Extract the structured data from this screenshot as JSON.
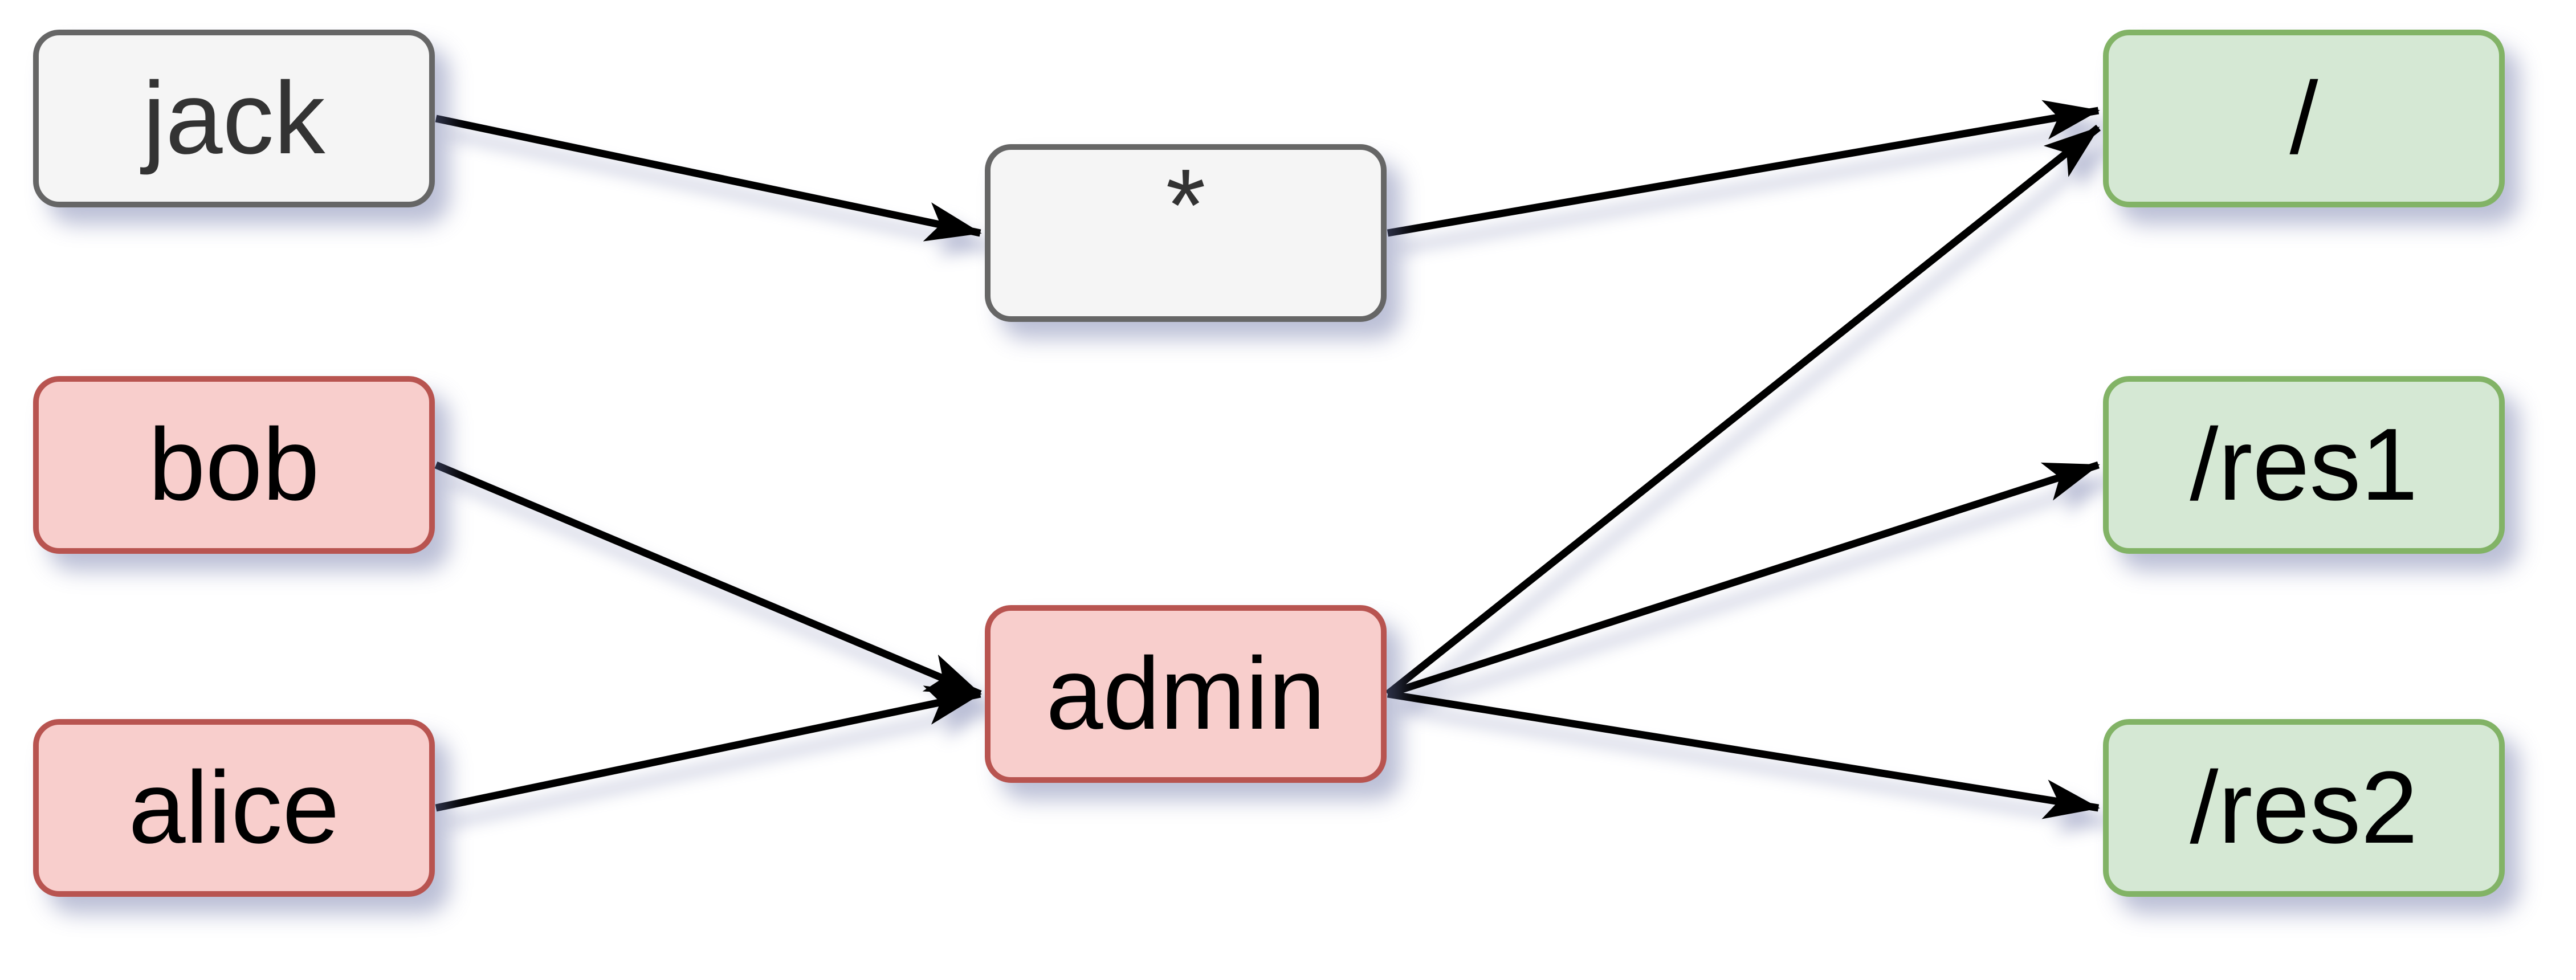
{
  "diagram": {
    "nodes": [
      {
        "id": "jack",
        "label": "jack",
        "color": "gray"
      },
      {
        "id": "star",
        "label": "*",
        "color": "gray"
      },
      {
        "id": "bob",
        "label": "bob",
        "color": "red"
      },
      {
        "id": "alice",
        "label": "alice",
        "color": "red"
      },
      {
        "id": "admin",
        "label": "admin",
        "color": "red"
      },
      {
        "id": "root",
        "label": "/",
        "color": "green"
      },
      {
        "id": "res1",
        "label": "/res1",
        "color": "green"
      },
      {
        "id": "res2",
        "label": "/res2",
        "color": "green"
      }
    ],
    "edges": [
      {
        "from": "jack",
        "to": "star"
      },
      {
        "from": "bob",
        "to": "admin"
      },
      {
        "from": "alice",
        "to": "admin"
      },
      {
        "from": "star",
        "to": "root"
      },
      {
        "from": "admin",
        "to": "root"
      },
      {
        "from": "admin",
        "to": "res1"
      },
      {
        "from": "admin",
        "to": "res2"
      }
    ],
    "palette": {
      "background": "#ffffff",
      "edge": "#000000",
      "shadow": "rgba(104,114,163,0.45)",
      "gray": {
        "fill": "#f5f5f5",
        "stroke": "#666666",
        "text": "#333333"
      },
      "red": {
        "fill": "#f8cecc",
        "stroke": "#b85450",
        "text": "#000000"
      },
      "green": {
        "fill": "#d5e8d4",
        "stroke": "#82b366",
        "text": "#000000"
      }
    }
  }
}
